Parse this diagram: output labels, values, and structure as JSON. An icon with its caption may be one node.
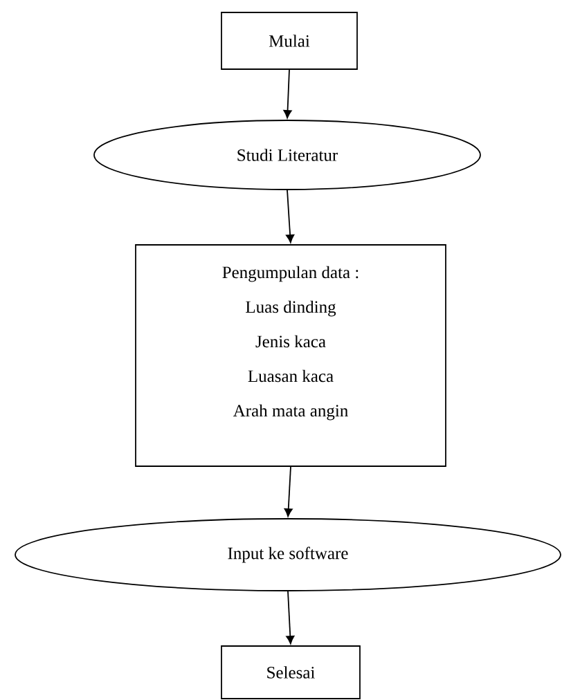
{
  "diagram": {
    "nodes": [
      {
        "text": [
          "Mulai"
        ]
      },
      {
        "text": [
          "Studi Literatur"
        ]
      },
      {
        "text": [
          "Pengumpulan data :",
          "Luas dinding",
          "Jenis kaca",
          "Luasan kaca",
          "Arah mata angin"
        ]
      },
      {
        "text": [
          "Input ke software"
        ]
      },
      {
        "text": [
          "Selesai"
        ]
      }
    ],
    "edges": [
      {
        "from": 0,
        "to": 1,
        "arrow": "to"
      },
      {
        "from": 1,
        "to": 2,
        "arrow": "to"
      },
      {
        "from": 2,
        "to": 3,
        "arrow": "to"
      },
      {
        "from": 3,
        "to": 4,
        "arrow": "to"
      }
    ]
  }
}
